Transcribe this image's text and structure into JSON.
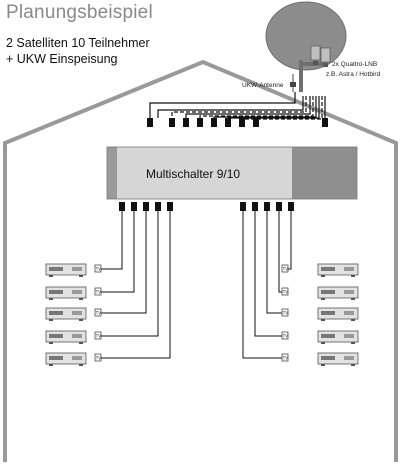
{
  "title": "Planungsbeispiel",
  "subtitle_line1": "2 Satelliten 10 Teilnehmer",
  "subtitle_line2": "+ UKW Einspeisung",
  "lnb_label_line1": "2x Quattro-LNB",
  "lnb_label_line2": "z.B. Astra / Hotbird",
  "ukw_label": "UKW-Antenne",
  "multiswitch_label": "Multischalter 9/10",
  "outlet_icon": "tv-outlet-icon",
  "receiver_icon": "satellite-receiver-icon",
  "dish_icon": "satellite-dish-icon",
  "outlet_text": "TV",
  "colors": {
    "title": "#8a8a8a",
    "house": "#999999",
    "dish": "#8c8c8c",
    "multiswitch_body": "#d6d6d6",
    "multiswitch_panel": "#8f8f8f"
  }
}
